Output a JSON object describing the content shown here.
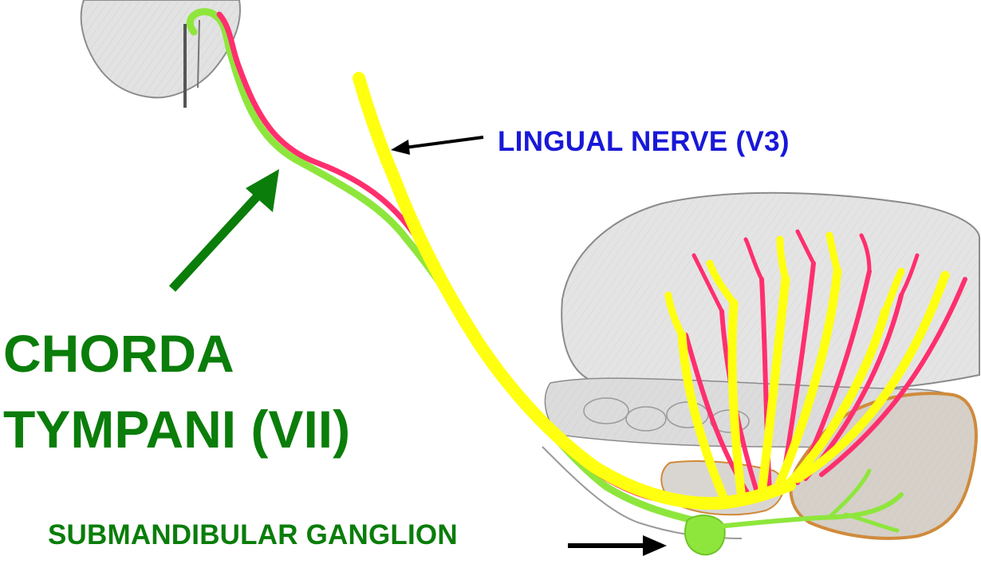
{
  "labels": {
    "lingual_nerve": "LINGUAL NERVE (V3)",
    "chorda_line1": "CHORDA",
    "chorda_line2": "TYMPANI (VII)",
    "submandibular": "SUBMANDIBULAR GANGLION"
  },
  "colors": {
    "chorda_text": "#0a7d0a",
    "lingual_text": "#1818d8",
    "submandibular_text": "#0a7d0a",
    "chorda_fibres": "#8ee63c",
    "lingual_nerve": "#ffff10",
    "taste_fibres": "#ff2f6e",
    "gland_outline": "#d08a3a",
    "anatomy_sketch": "#8c8c8c",
    "arrow_black": "#000000",
    "arrow_green": "#0a7d0a"
  }
}
